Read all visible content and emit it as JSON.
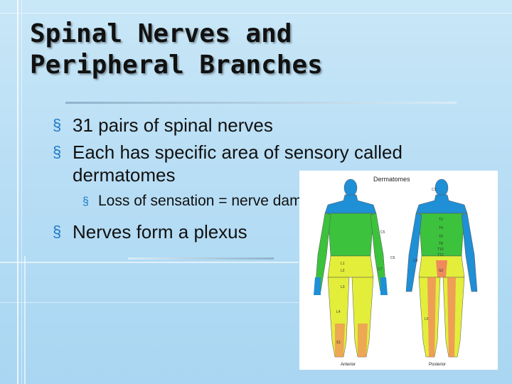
{
  "slide": {
    "title_line1": "Spinal Nerves and",
    "title_line2": "Peripheral Branches",
    "bullet_marker": "§",
    "bullets": [
      "31 pairs of spinal nerves",
      "Each has specific area of sensory called dermatomes",
      "Loss of sensation = nerve damage",
      "Nerves form a plexus"
    ]
  },
  "figure": {
    "title": "Dermatomes",
    "anterior_caption": "Anterior",
    "posterior_caption": "Posterior",
    "labels": {
      "c3": "C3",
      "c5": "C5",
      "c6": "C6",
      "c7": "C7",
      "c8": "C8",
      "l1": "L1",
      "l2": "L2",
      "l3": "L3",
      "l4": "L4",
      "l5": "L5",
      "s1": "S1",
      "s2": "S2",
      "t2": "T2",
      "t4": "T4",
      "t6": "T6",
      "t8": "T8",
      "t10": "T10",
      "t12": "T12"
    }
  },
  "colors": {
    "accent": "#1e78c8",
    "cervical": "#1f8fd6",
    "thoracic": "#3cc23c",
    "lumbar": "#e3ee3a",
    "sacral": "#f08a5c"
  }
}
